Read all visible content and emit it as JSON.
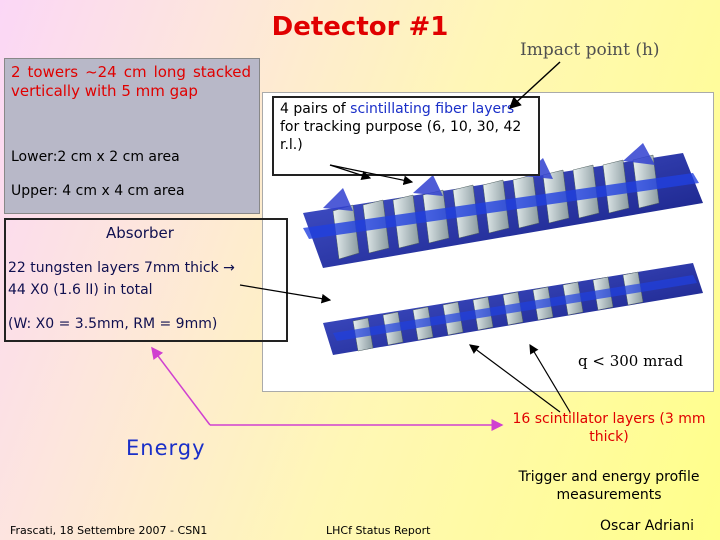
{
  "title": "Detector #1",
  "impact_label": "Impact point  (h)",
  "towers": {
    "desc": "2 towers ~24 cm long stacked vertically with 5 mm gap",
    "lower": "Lower:2 cm x 2 cm area",
    "upper": "Upper: 4 cm x 4 cm area"
  },
  "fiber": {
    "pre": "4 pairs of ",
    "blue1": "scintillating fiber layers",
    "post": " for tracking purpose (6, 10, 30, 42 r.l.)"
  },
  "absorber": {
    "label": "Absorber",
    "line1": "22 tungsten layers 7mm thick →",
    "line2": "44 X0 (1.6 lI) in total",
    "line3": "(W: X0 = 3.5mm,  RM = 9mm)"
  },
  "q_label": "q < 300 mrad",
  "energy": "Energy",
  "scint_layers": "16 scintillator layers (3 mm thick)",
  "trigger": "Trigger and energy profile measurements",
  "footer": {
    "left": "Frascati, 18 Settembre 2007 - CSN1",
    "center": "LHCf Status Report",
    "right": "Oscar Adriani"
  },
  "colors": {
    "title": "#e00000",
    "accent_blue": "#1a2fc8",
    "arrow_purple": "#d040d0"
  }
}
